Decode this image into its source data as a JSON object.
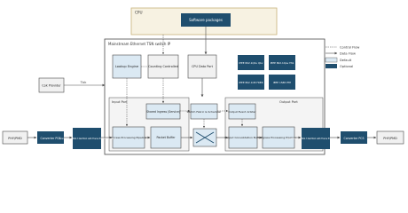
{
  "colors": {
    "dark_blue": "#1f4e6e",
    "light_blue": "#dbe9f3",
    "cpu_fill": "#f7f2e2",
    "cpu_border": "#c8b27a",
    "gray_box": "#f1f1f1",
    "stroke": "#4a4a4a"
  },
  "blocks": {
    "cpu_title": "CPU",
    "software_packages": "Software packages",
    "ip_title": "Mainstream Ethernet TSN switch IP",
    "lookup_engine": "Lookup Engine",
    "counting_controlled": "Counting Controlled",
    "cpu_data_port": "CPU Data Port",
    "ieee_8021qbv": "IEEE 802.1Qbv Qbv",
    "ieee_8021qav": "IEEE 802.1Qav FAS",
    "ieee_8021cb": "IEEE 802.1CB FRER",
    "ieee_1588": "IEEE 1588 PTP",
    "clock_provider": "Cok Provider",
    "tick": "Tick",
    "input_port": "Input Port",
    "output_port": "Output Port",
    "shared_ingress": "Shared Ingress (Service)",
    "switch_fabric_scheduler": "Switch Fabric & Scheduler",
    "output_event_arbiter": "Output Event Arbiter",
    "ingress_processing": "Ingress Processing Pipeline",
    "packet_buffer": "Packet Buffer",
    "output_consolidation": "Output Consolidation Buffer",
    "egress_processing": "Egress Processing Pipeline",
    "phy_left": "PHY/PMD",
    "converter_left": "Converter PCS",
    "mac_left": "Common IEEE 802.3 Ret MAC with Frame Preemption MAC",
    "mac_right": "Common IEEE 802.3 Ret MAC with Frame Preemption MAC",
    "converter_right": "Converter PCS",
    "phy_right": "PHY/PMD"
  },
  "legend": {
    "control_flow": "Control Flow",
    "data_flow": "Data Flow",
    "default": "Default",
    "optional": "Optional"
  }
}
